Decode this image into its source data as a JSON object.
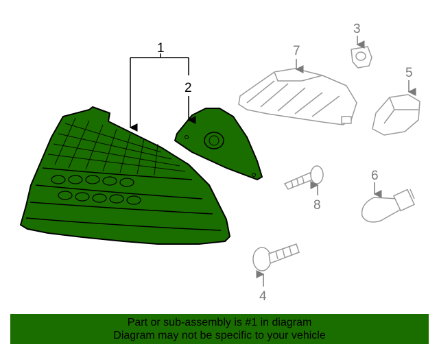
{
  "callouts": {
    "c1": "1",
    "c2": "2",
    "c3": "3",
    "c4": "4",
    "c5": "5",
    "c6": "6",
    "c7": "7",
    "c8": "8"
  },
  "banner": {
    "line1": "Part or sub-assembly is #1 in diagram",
    "line2": "Diagram may not be specific to your vehicle"
  },
  "colors": {
    "highlight_fill": "#1a6e00",
    "part_outline": "#000000",
    "other_parts": "#9a9a9a",
    "background": "#ffffff"
  }
}
